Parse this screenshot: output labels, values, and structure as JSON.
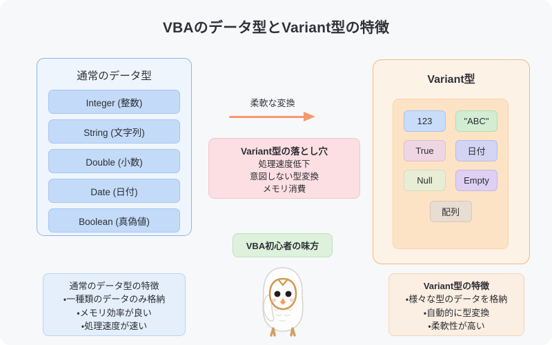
{
  "title": "VBAのデータ型とVariant型の特徴",
  "colors": {
    "canvas_bg": "#f7f8fa",
    "left_panel_border": "#8cb4ee",
    "left_panel_bg": "#eff5fd",
    "left_chip_bg": "#c3dbf8",
    "right_panel_border": "#f5b977",
    "right_panel_bg": "#fdf2e6",
    "variant_inner_bg": "#fde3c6",
    "arrow": "#f8996b",
    "pitfall_bg": "#fbdfe2",
    "friend_bg": "#ddf1dc"
  },
  "left_panel": {
    "title": "通常のデータ型",
    "types": [
      "Integer (整数)",
      "String (文字列)",
      "Double (小数)",
      "Date (日付)",
      "Boolean (真偽値)"
    ]
  },
  "left_note": {
    "head": "通常のデータ型の特徴",
    "lines": [
      "・一種類のデータのみ格納",
      "・メモリ効率が良い",
      "・処理速度が速い"
    ]
  },
  "middle": {
    "arrow_label": "柔軟な変換",
    "arrow_icon": "arrow-right-icon",
    "pitfall": {
      "head": "Variant型の落とし穴",
      "lines": [
        "処理速度低下",
        "意図しない型変換",
        "メモリ消費"
      ]
    },
    "friend_badge": "VBA初心者の味方",
    "mascot": "owl-mascot-icon"
  },
  "right_panel": {
    "title": "Variant型",
    "values": [
      {
        "label": "123",
        "bg": "#c9dcfa",
        "border": "#a9c4f0"
      },
      {
        "label": "\"ABC\"",
        "bg": "#d3edd2",
        "border": "#b4dcb2"
      },
      {
        "label": "True",
        "bg": "#eed6e2",
        "border": "#e0bfd0"
      },
      {
        "label": "日付",
        "bg": "#d3d4f2",
        "border": "#b9bbe8"
      },
      {
        "label": "Null",
        "bg": "#e8eed6",
        "border": "#d2dcb8"
      },
      {
        "label": "Empty",
        "bg": "#ddd0f2",
        "border": "#c6b5e8"
      },
      {
        "label": "配列",
        "bg": "#e8ddd2",
        "border": "#d6c7b6"
      }
    ]
  },
  "right_note": {
    "head": "Variant型の特徴",
    "lines": [
      "・様々な型のデータを格納",
      "・自動的に型変換",
      "・柔軟性が高い"
    ]
  }
}
